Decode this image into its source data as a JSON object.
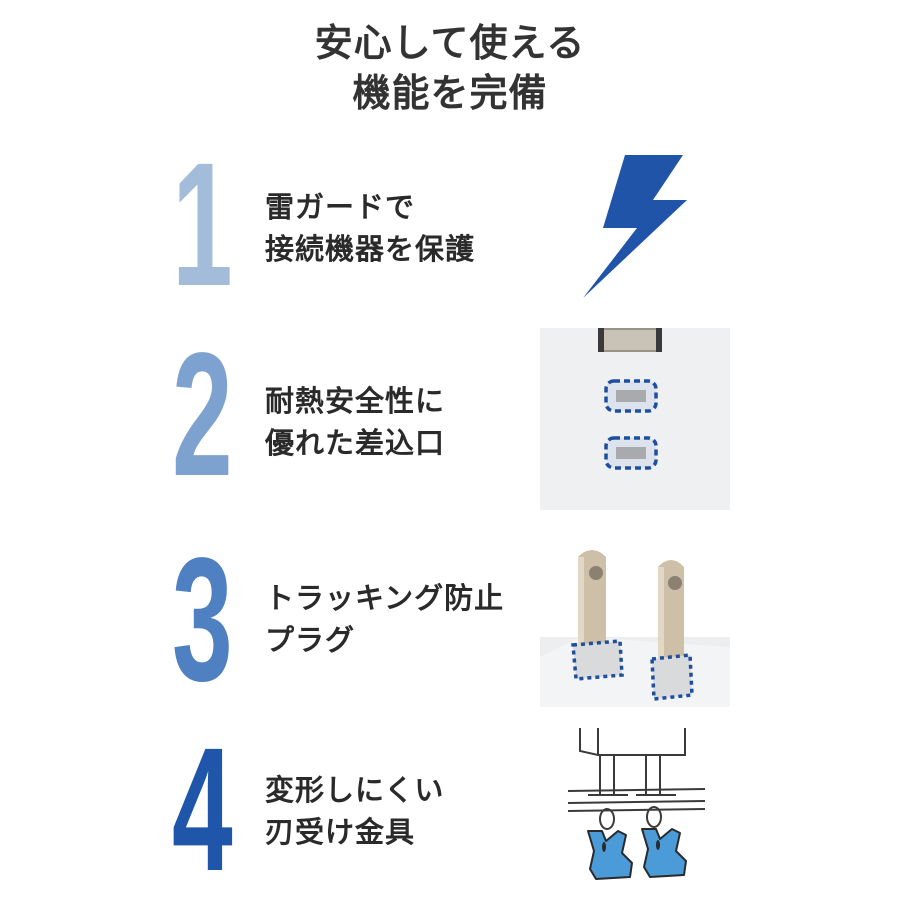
{
  "header": {
    "title_line1": "安心して使える",
    "title_line2": "機能を完備"
  },
  "colors": {
    "num1": "#a3bcd9",
    "num2": "#7ea2cf",
    "num3": "#4f80c2",
    "num4": "#1f56aa",
    "lightning": "#1f54a8",
    "dotted_outline": "#1e4f9e",
    "contact_blue": "#4a9bd8"
  },
  "features": [
    {
      "number": "1",
      "line1": "雷ガードで",
      "line2": "接続機器を保護",
      "icon": "lightning-bolt-icon"
    },
    {
      "number": "2",
      "line1": "耐熱安全性に",
      "line2": "優れた差込口",
      "icon": "outlet-slots-image"
    },
    {
      "number": "3",
      "line1": "トラッキング防止",
      "line2": "プラグ",
      "icon": "plug-prongs-image"
    },
    {
      "number": "4",
      "line1": "変形しにくい",
      "line2": "刃受け金具",
      "icon": "blade-receiver-diagram"
    }
  ]
}
